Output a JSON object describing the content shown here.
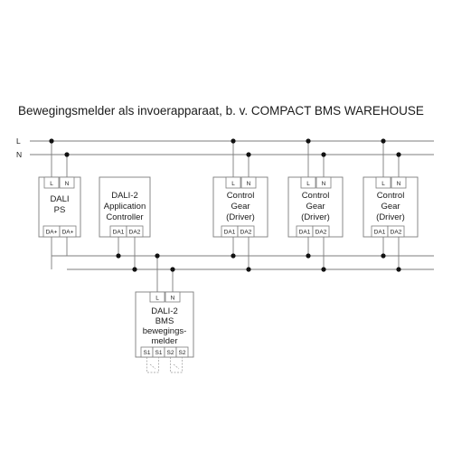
{
  "title": "Bewegingsmelder als invoerapparaat, b. v. COMPACT BMS WAREHOUSE",
  "buses": {
    "line": "L",
    "neutral": "N"
  },
  "devices": {
    "ps": {
      "name_lines": [
        "DALI",
        "PS"
      ],
      "top_terminals": [
        "L",
        "N"
      ],
      "bottom_terminals": [
        "DA+",
        "DA+"
      ]
    },
    "controller": {
      "name_lines": [
        "DALI-2",
        "Application",
        "Controller"
      ],
      "bottom_terminals": [
        "DA1",
        "DA2"
      ]
    },
    "gear_1": {
      "name_lines": [
        "Control",
        "Gear",
        "(Driver)"
      ],
      "top_terminals": [
        "L",
        "N"
      ],
      "bottom_terminals": [
        "DA1",
        "DA2"
      ]
    },
    "gear_2": {
      "name_lines": [
        "Control",
        "Gear",
        "(Driver)"
      ],
      "top_terminals": [
        "L",
        "N"
      ],
      "bottom_terminals": [
        "DA1",
        "DA2"
      ]
    },
    "gear_3": {
      "name_lines": [
        "Control",
        "Gear",
        "(Driver)"
      ],
      "top_terminals": [
        "L",
        "N"
      ],
      "bottom_terminals": [
        "DA1",
        "DA2"
      ]
    },
    "sensor": {
      "name_lines": [
        "DALI-2",
        "BMS",
        "bewegings-",
        "melder"
      ],
      "top_terminals": [
        "L",
        "N"
      ],
      "bottom_terminals": [
        "S1",
        "S1",
        "S2",
        "S2"
      ]
    }
  }
}
